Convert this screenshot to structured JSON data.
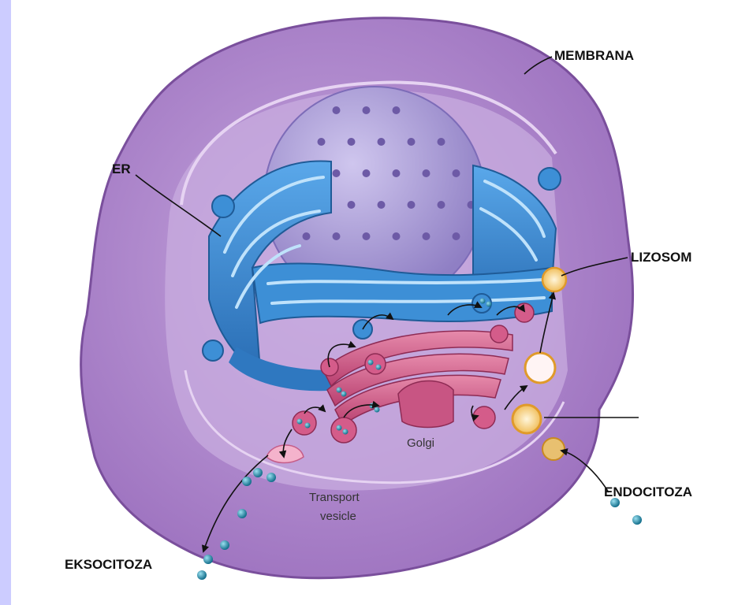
{
  "labels": {
    "membrana": "MEMBRANA",
    "er": "ER",
    "lizosom": "LIZOSOM",
    "endocitoza": "ENDOCITOZA",
    "eksocitoza": "EKSOCITOZA",
    "golgi": "Golgi",
    "transport_line1": "Transport",
    "transport_line2": "vesicle"
  },
  "colors": {
    "page_background": "#ccccff",
    "cytoplasm": "#b48fcf",
    "membrane_edge": "#7a4f9c",
    "nucleus": "#a99bd4",
    "nuclear_pore": "#6d5aa6",
    "er": "#3d8fd6",
    "golgi": "#d45c8a",
    "lysosome": "#f2c96a",
    "cargo": "#1f7d99"
  }
}
